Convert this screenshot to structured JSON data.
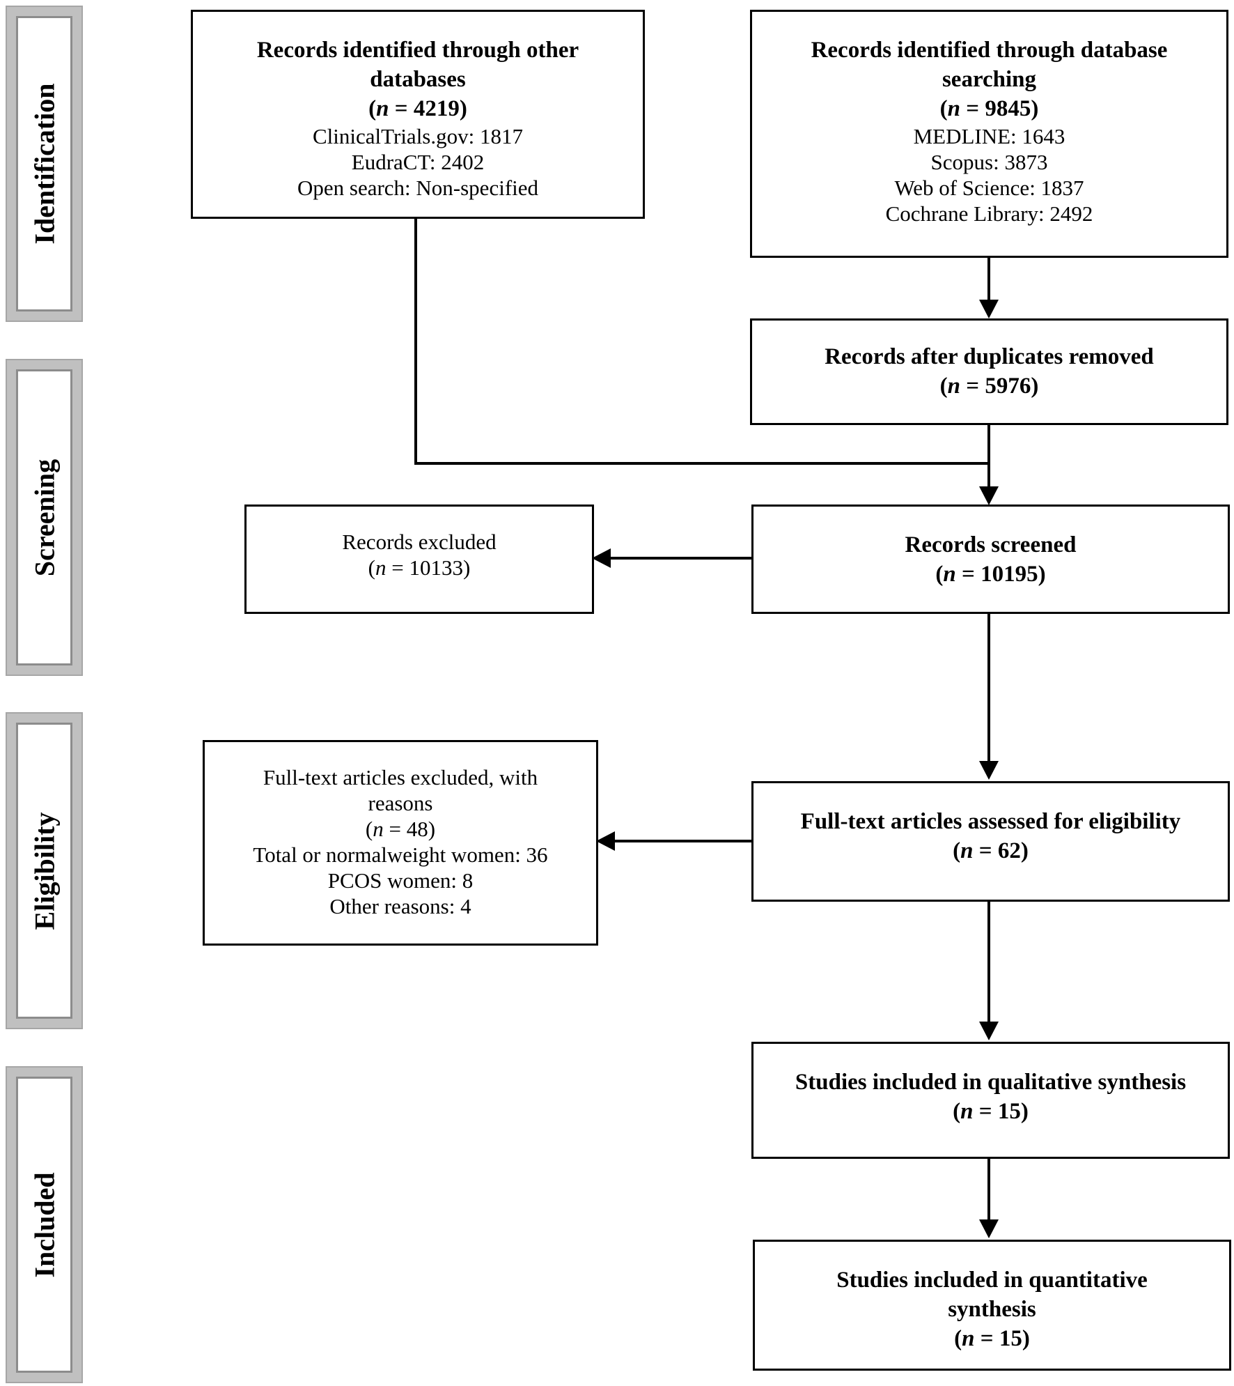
{
  "stages": {
    "identification": "Identification",
    "screening": "Screening",
    "eligibility": "Eligibility",
    "included": "Included"
  },
  "other_databases": {
    "title": "Records identified through other databases",
    "n_label": "n",
    "n_value": "4219",
    "lines": [
      "ClinicalTrials.gov: 1817",
      "EudraCT: 2402",
      "Open search: Non-specified"
    ]
  },
  "database_searching": {
    "title": "Records identified through database searching",
    "n_label": "n",
    "n_value": "9845",
    "lines": [
      "MEDLINE: 1643",
      "Scopus: 3873",
      "Web of Science: 1837",
      "Cochrane Library: 2492"
    ]
  },
  "after_duplicates": {
    "title": "Records after duplicates removed",
    "n_label": "n",
    "n_value": "5976"
  },
  "screened": {
    "title": "Records screened",
    "n_label": "n",
    "n_value": "10195"
  },
  "excluded": {
    "title": "Records excluded",
    "n_label": "n",
    "n_value": "10133"
  },
  "fulltext_assessed": {
    "title": "Full-text articles assessed for eligibility",
    "n_label": "n",
    "n_value": "62"
  },
  "fulltext_excluded": {
    "title": "Full-text articles excluded, with reasons",
    "n_label": "n",
    "n_value": "48",
    "lines": [
      "Total or normalweight women: 36",
      "PCOS women: 8",
      "Other reasons: 4"
    ]
  },
  "qualitative": {
    "title": "Studies included in qualitative synthesis",
    "n_label": "n",
    "n_value": "15"
  },
  "quantitative": {
    "title": "Studies included in quantitative synthesis",
    "n_label": "n",
    "n_value": "15"
  }
}
